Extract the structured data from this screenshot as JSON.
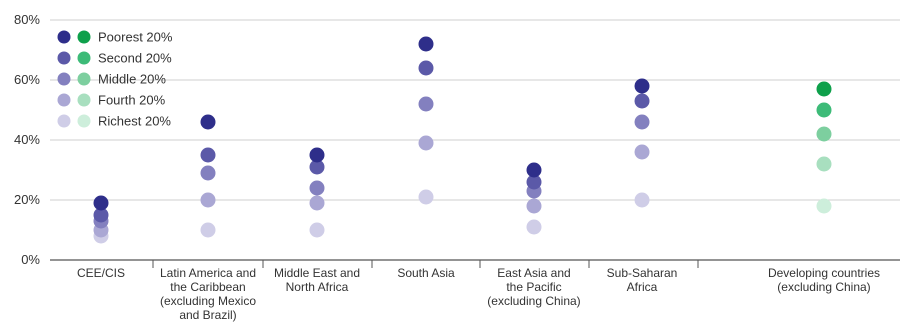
{
  "chart_data": {
    "type": "scatter",
    "title": "",
    "xlabel": "",
    "ylabel": "",
    "ylim": [
      0,
      80
    ],
    "yticks": [
      "0%",
      "20%",
      "40%",
      "60%",
      "80%"
    ],
    "ytick_values": [
      0,
      20,
      40,
      60,
      80
    ],
    "grid": true,
    "legend_position": "top-left",
    "categories": [
      [
        "CEE/CIS"
      ],
      [
        "Latin America and",
        "the Caribbean",
        "(excluding Mexico",
        "and Brazil)"
      ],
      [
        "Middle East and",
        "North Africa"
      ],
      [
        "South Asia"
      ],
      [
        "East Asia and",
        "the Pacific",
        "(excluding China)"
      ],
      [
        "Sub-Saharan",
        "Africa"
      ],
      [
        "Developing countries",
        "(excluding China)"
      ]
    ],
    "series": [
      {
        "name": "Poorest 20%",
        "color": "#2e2e8a",
        "aggregate_color": "#0ea04b",
        "values": [
          19,
          46,
          35,
          72,
          30,
          58,
          57
        ]
      },
      {
        "name": "Second 20%",
        "color": "#5b59a8",
        "aggregate_color": "#3dbb78",
        "values": [
          15,
          35,
          31,
          64,
          26,
          53,
          50
        ]
      },
      {
        "name": "Middle 20%",
        "color": "#8380bf",
        "aggregate_color": "#7dcf9f",
        "values": [
          13,
          29,
          24,
          52,
          23,
          46,
          42
        ]
      },
      {
        "name": "Fourth 20%",
        "color": "#aaa7d4",
        "aggregate_color": "#a8dfbf",
        "values": [
          10,
          20,
          19,
          39,
          18,
          36,
          32
        ]
      },
      {
        "name": "Richest 20%",
        "color": "#cfcde7",
        "aggregate_color": "#cdeedb",
        "values": [
          8,
          10,
          10,
          21,
          11,
          20,
          18
        ]
      }
    ],
    "aggregate_index": 6
  }
}
